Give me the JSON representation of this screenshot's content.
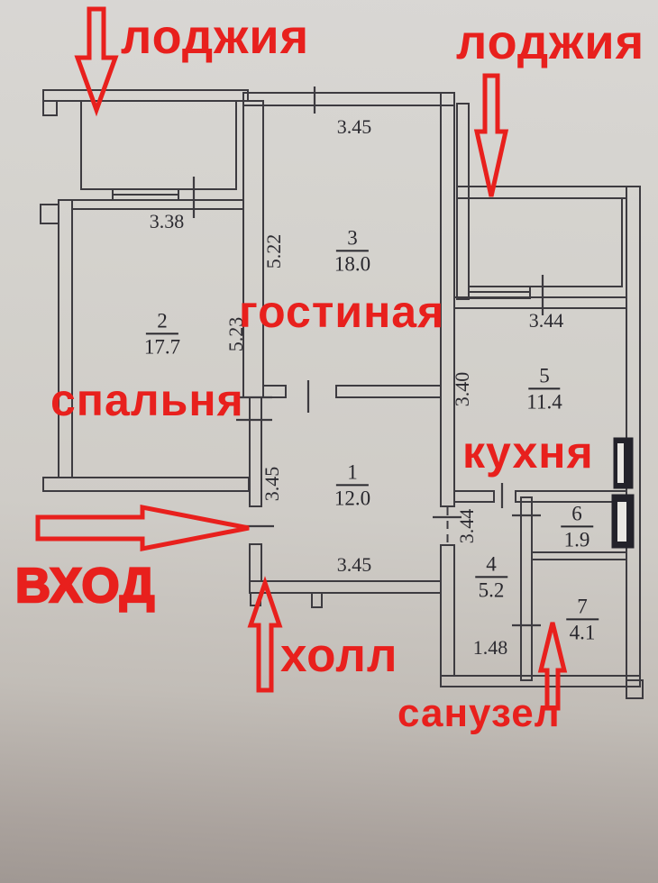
{
  "title": "apartment floor plan photo with red annotations",
  "red_labels": {
    "loggia_left": "лоджия",
    "loggia_right": "лоджия",
    "living_room": "гостиная",
    "bedroom": "спальня",
    "kitchen": "кухня",
    "entrance": "ВХОД",
    "hall": "холл",
    "bathroom": "санузел"
  },
  "rooms": {
    "room1": {
      "number": "1",
      "area": "12.0"
    },
    "room2": {
      "number": "2",
      "area": "17.7"
    },
    "room3": {
      "number": "3",
      "area": "18.0"
    },
    "room4": {
      "number": "4",
      "area": "5.2"
    },
    "room5": {
      "number": "5",
      "area": "11.4"
    },
    "room6": {
      "number": "6",
      "area": "1.9"
    },
    "room7": {
      "number": "7",
      "area": "4.1"
    }
  },
  "dimensions": {
    "room3_width": "3.45",
    "room2_width": "3.38",
    "wall23_upper": "5.22",
    "wall23_lower": "5.23",
    "kitchen_width": "3.44",
    "kitchen_left": "3.40",
    "hall_left": "3.45",
    "hall_bottom": "3.45",
    "corridor_left": "3.44",
    "corridor_bottom": "1.48"
  },
  "icons": {
    "loggia_left_arrow": "arrow-down",
    "loggia_right_arrow": "arrow-down",
    "entrance_arrow": "arrow-right",
    "hall_arrow": "arrow-up",
    "bathroom_arrow": "arrow-up"
  },
  "colors": {
    "annotation_red": "#e8201d",
    "plan_line": "#3d3b40",
    "paper": "#d0cdc8"
  }
}
